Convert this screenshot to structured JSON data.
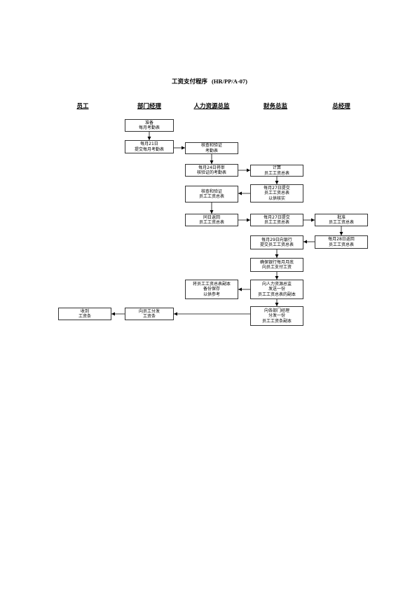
{
  "title": {
    "name": "工资支付程序",
    "code": "(HR/PP/A-07)"
  },
  "columns": [
    "员工",
    "部门经理",
    "人力资源总监",
    "财务总监",
    "总经理"
  ],
  "steps": [
    {
      "lines": [
        "准备",
        "每月考勤表"
      ]
    },
    {
      "lines": [
        "每月21日",
        "提交每月考勤表"
      ]
    },
    {
      "lines": [
        "核查和验证",
        "考勤表"
      ]
    },
    {
      "lines": [
        "每月24日将审",
        "核验证的考勤表"
      ]
    },
    {
      "lines": [
        "计算",
        "员工工资总表"
      ]
    },
    {
      "lines": [
        "每月27日提交",
        "员工工资总表",
        "以供核实"
      ]
    },
    {
      "lines": [
        "核查和验证",
        "员工工资总表"
      ]
    },
    {
      "lines": [
        "同日返回",
        "员工工资总表"
      ]
    },
    {
      "lines": [
        "每月27日提交",
        "员工工资总表"
      ]
    },
    {
      "lines": [
        "批准",
        "员工工资总表"
      ]
    },
    {
      "lines": [
        "每月28日返回",
        "员工工资总表"
      ]
    },
    {
      "lines": [
        "每月29日向银行",
        "提交员工工资总表"
      ]
    },
    {
      "lines": [
        "确保银行每月月底",
        "向员工支付工资"
      ]
    },
    {
      "lines": [
        "向人力资源总监",
        "发送一份",
        "员工工资总表的副本"
      ]
    },
    {
      "lines": [
        "将员工工资总表副本",
        "备份保存",
        "以供参考"
      ]
    },
    {
      "lines": [
        "向各部门经理",
        "分发一份",
        "员工工资条副本"
      ]
    },
    {
      "lines": [
        "向员工分发",
        "工资条"
      ]
    },
    {
      "lines": [
        "收到",
        "工资条"
      ]
    }
  ]
}
